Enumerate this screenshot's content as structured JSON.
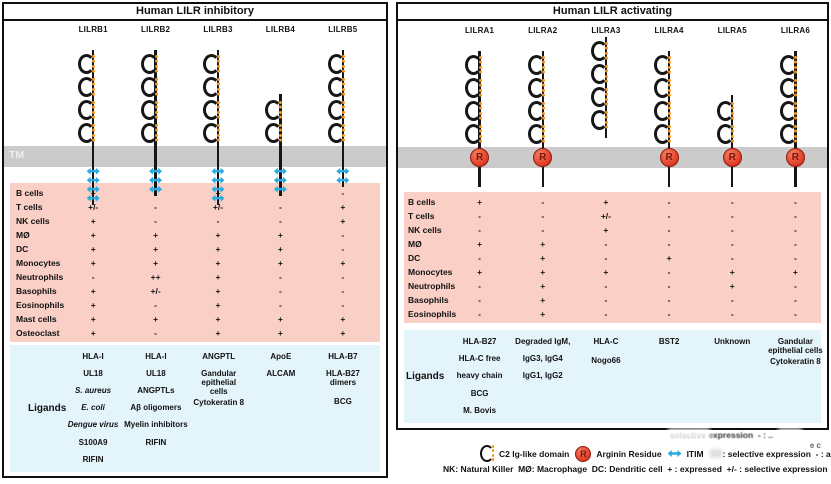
{
  "r_glyph": "R",
  "colors": {
    "domain_dot_orange": "#F7941E",
    "itim_blue": "#29ABE2",
    "arginine_red": "#E2442C",
    "tm_gray": "#CBCBCB",
    "expression_pink": "#F9CFC6",
    "ligand_blue": "#E4F4FB"
  },
  "panels": [
    {
      "title": "Human LILR inhibitory",
      "tm_label": "TM",
      "receptors": [
        {
          "name": "LILRB1",
          "domains": 4,
          "itims": 4
        },
        {
          "name": "LILRB2",
          "domains": 4,
          "itims": 3
        },
        {
          "name": "LILRB3",
          "domains": 4,
          "itims": 4
        },
        {
          "name": "LILRB4",
          "domains": 2,
          "itims": 3
        },
        {
          "name": "LILRB5",
          "domains": 4,
          "itims": 2
        }
      ],
      "expression_rows": [
        {
          "label": "B cells",
          "values": [
            "+",
            "-",
            "+",
            "-",
            "-"
          ]
        },
        {
          "label": "T cells",
          "values": [
            "+/-",
            "-",
            "+/-",
            "-",
            "+"
          ]
        },
        {
          "label": "NK cells",
          "values": [
            "+",
            "-",
            "-",
            "-",
            "+"
          ]
        },
        {
          "label": "MØ",
          "values": [
            "+",
            "+",
            "+",
            "+",
            "-"
          ]
        },
        {
          "label": "DC",
          "values": [
            "+",
            "+",
            "+",
            "+",
            "-"
          ]
        },
        {
          "label": "Monocytes",
          "values": [
            "+",
            "+",
            "+",
            "+",
            "+"
          ]
        },
        {
          "label": "Neutrophils",
          "values": [
            "-",
            "++",
            "+",
            "-",
            "-"
          ]
        },
        {
          "label": "Basophils",
          "values": [
            "+",
            "+/-",
            "+",
            "-",
            "-"
          ]
        },
        {
          "label": "Eosinophils",
          "values": [
            "+",
            "-",
            "+",
            "-",
            "-"
          ]
        },
        {
          "label": "Mast cells",
          "values": [
            "+",
            "+",
            "+",
            "+",
            "+"
          ]
        },
        {
          "label": "Osteoclast",
          "values": [
            "+",
            "-",
            "+",
            "+",
            "+"
          ]
        }
      ],
      "ligands_label": "Ligands",
      "ligands": [
        [
          {
            "text": "HLA-I"
          },
          {
            "text": "UL18"
          },
          {
            "text": "S. aureus",
            "italic": true
          },
          {
            "text": "E. coli",
            "italic": true
          },
          {
            "text": "Dengue virus",
            "italic": true
          },
          {
            "text": "S100A9"
          },
          {
            "text": "RIFIN"
          }
        ],
        [
          {
            "text": "HLA-I"
          },
          {
            "text": "UL18"
          },
          {
            "text": "ANGPTLs"
          },
          {
            "text": "Aβ oligomers"
          },
          {
            "text": "Myelin inhibitors"
          },
          {
            "text": "RIFIN"
          }
        ],
        [
          {
            "text": "ANGPTL"
          },
          {
            "text": "Gandular epithelial cells",
            "wrap": true,
            "tight": true
          },
          {
            "text": "Cytokeratin 8"
          }
        ],
        [
          {
            "text": "ApoE"
          },
          {
            "text": "ALCAM"
          }
        ],
        [
          {
            "text": "HLA-B7"
          },
          {
            "text": "HLA-B27 dimers",
            "wrap": true,
            "tight": true
          },
          {
            "text": "BCG",
            "gap": true
          }
        ]
      ]
    },
    {
      "title": "Human LILR activating",
      "tm_label": "",
      "receptors": [
        {
          "name": "LILRA1",
          "domains": 4,
          "arginine": true
        },
        {
          "name": "LILRA2",
          "domains": 4,
          "arginine": true
        },
        {
          "name": "LILRA3",
          "domains": 4,
          "arginine": false,
          "soluble": true
        },
        {
          "name": "LILRA4",
          "domains": 4,
          "arginine": true
        },
        {
          "name": "LILRA5",
          "domains": 2,
          "arginine": true
        },
        {
          "name": "LILRA6",
          "domains": 4,
          "arginine": true
        }
      ],
      "expression_rows": [
        {
          "label": "B cells",
          "values": [
            "+",
            "-",
            "+",
            "-",
            "-",
            "-"
          ]
        },
        {
          "label": "T cells",
          "values": [
            "-",
            "-",
            "+/-",
            "-",
            "-",
            "-"
          ]
        },
        {
          "label": "NK cells",
          "values": [
            "-",
            "-",
            "+",
            "-",
            "-",
            "-"
          ]
        },
        {
          "label": "MØ",
          "values": [
            "+",
            "+",
            "-",
            "-",
            "-",
            "-"
          ]
        },
        {
          "label": "DC",
          "values": [
            "-",
            "+",
            "-",
            "+",
            "-",
            "-"
          ]
        },
        {
          "label": "Monocytes",
          "values": [
            "+",
            "+",
            "+",
            "-",
            "+",
            "+"
          ]
        },
        {
          "label": "Neutrophils",
          "values": [
            "-",
            "+",
            "-",
            "-",
            "+",
            "-"
          ]
        },
        {
          "label": "Basophils",
          "values": [
            "-",
            "+",
            "-",
            "-",
            "-",
            "-"
          ]
        },
        {
          "label": "Eosinophils",
          "values": [
            "-",
            "+",
            "-",
            "-",
            "-",
            "-"
          ]
        }
      ],
      "ligands_label": "Ligands",
      "ligands": [
        [
          {
            "text": "HLA-B27"
          },
          {
            "text": "HLA-C free"
          },
          {
            "text": "heavy chain"
          },
          {
            "text": "BCG"
          },
          {
            "text": "M. Bovis"
          }
        ],
        [
          {
            "text": "Degraded IgM,"
          },
          {
            "text": "IgG3, IgG4"
          },
          {
            "text": "IgG1, IgG2"
          }
        ],
        [
          {
            "text": "HLA-C"
          },
          {
            "text": "Nogo66",
            "gap": true
          }
        ],
        [
          {
            "text": "BST2"
          }
        ],
        [
          {
            "text": "Unknown"
          }
        ],
        [
          {
            "text": "Gandular epithelial cells",
            "wrap": true,
            "tight": true
          },
          {
            "text": "Cytokeratin 8"
          }
        ]
      ]
    }
  ],
  "legend": {
    "c2_label": "C2 Ig-like domain",
    "arginine_label": "Arginin Residue",
    "itim_label": "ITIM",
    "overlap_text": ": selective expression  - : absent",
    "artifact_line": "selective expression  - : ..",
    "artifact_fragment": "e c",
    "abbreviations": "NK: Natural Killer  MØ: Macrophage  DC: Dendritic cell  + : expressed  +/- : selective expression  - : absent"
  }
}
